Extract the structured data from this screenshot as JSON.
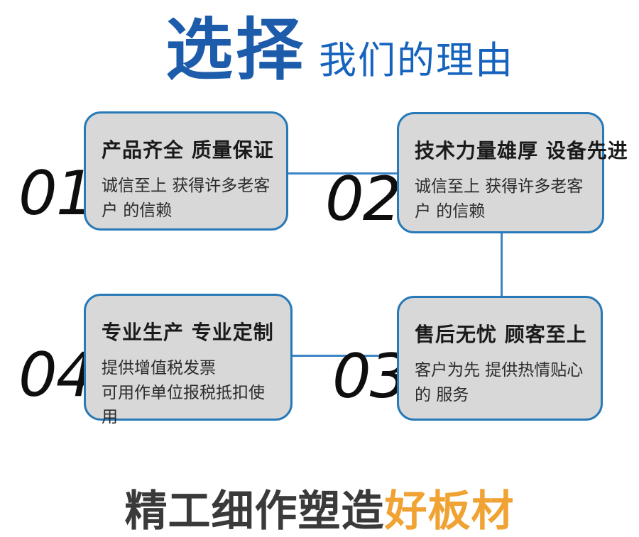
{
  "header": {
    "title_highlight": "选择",
    "title_rest": "我们的理由"
  },
  "features": [
    {
      "number": "01",
      "title": "产品齐全 质量保证",
      "description": "诚信至上 获得许多老客户 的信赖"
    },
    {
      "number": "02",
      "title": "技术力量雄厚 设备先进",
      "description": "诚信至上 获得许多老客户 的信赖"
    },
    {
      "number": "03",
      "title": "售后无忧 顾客至上",
      "description": "客户为先 提供热情贴心的 服务"
    },
    {
      "number": "04",
      "title": "专业生产 专业定制",
      "description": "提供增值税发票\n可用作单位报税抵扣使用"
    }
  ],
  "footer": {
    "tagline_prefix": "精工细作塑造",
    "tagline_highlight": "好板材"
  },
  "colors": {
    "title_blue": "#1d5cab",
    "subtitle_blue": "#1563be",
    "box_border_blue": "#2779b7",
    "box_fill_gray": "#d8d8d8",
    "connector_blue": "#3c85c4",
    "number_black": "#0e0e0e",
    "tagline_dark": "#3a3a3a",
    "accent_orange": "#f0a233"
  }
}
